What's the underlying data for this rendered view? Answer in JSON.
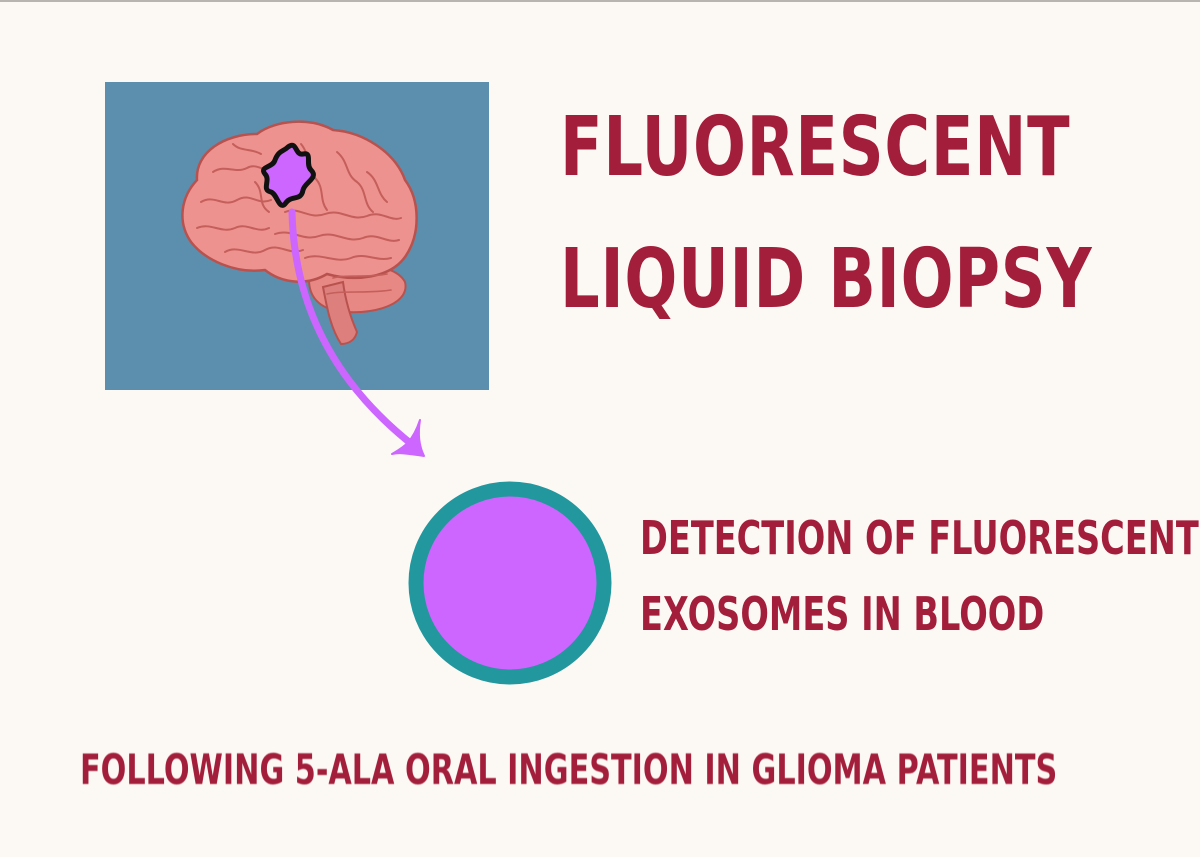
{
  "title": {
    "line1": "FLUORESCENT",
    "line2": "LIQUID BIOPSY"
  },
  "detection": {
    "line1": "DETECTION OF FLUORESCENT",
    "line2": "EXOSOMES IN BLOOD"
  },
  "subtitle": "FOLLOWING 5-ALA ORAL INGESTION IN GLIOMA PATIENTS",
  "colors": {
    "background": "#fcf9f5",
    "text": "#a31e3a",
    "panel": "#5c8fad",
    "brain": "#ec8f8c",
    "tumor": "#cc66ff",
    "exosome_fill": "#cc66ff",
    "exosome_ring": "#23979e",
    "arrow": "#cc66ff"
  },
  "icons": [
    "brain-illustration",
    "tumor-icon",
    "curved-arrow-icon",
    "fluorescent-exosome-icon"
  ]
}
